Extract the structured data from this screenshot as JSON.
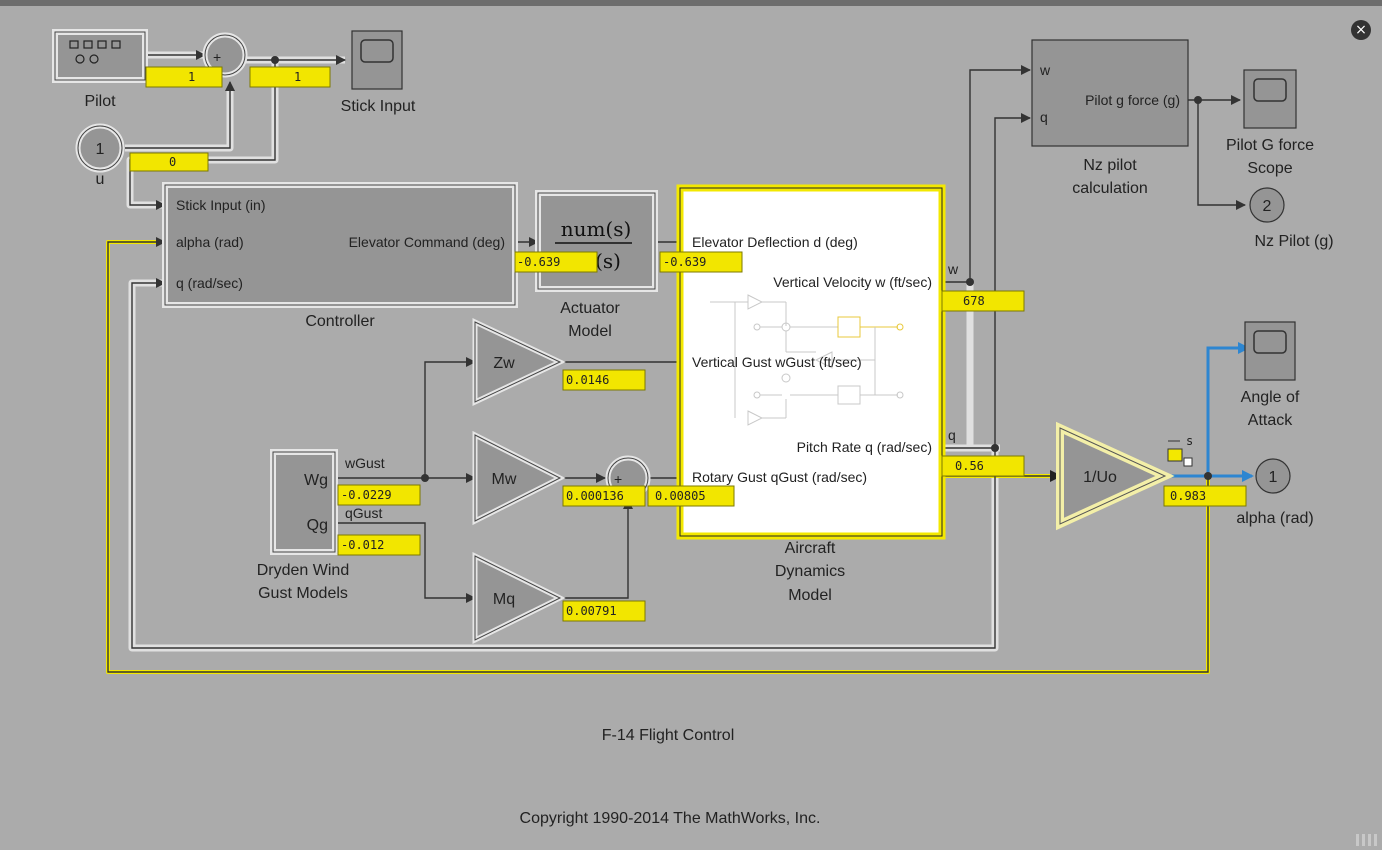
{
  "model": {
    "title": "F-14 Flight Control",
    "copyright": "Copyright 1990-2014 The MathWorks, Inc."
  },
  "blocks": {
    "pilot": "Pilot",
    "stick_input_scope": "Stick Input",
    "inport_u_number": "1",
    "inport_u_label": "u",
    "controller": {
      "name": "Controller",
      "ports": [
        "Stick Input (in)",
        "alpha (rad)",
        "q (rad/sec)"
      ],
      "output": "Elevator Command (deg)"
    },
    "actuator": {
      "num": "num(s)",
      "den": "(s)",
      "name_line1": "Actuator",
      "name_line2": "Model"
    },
    "aircraft": {
      "inputs": [
        "Elevator Deflection d (deg)",
        "Vertical Gust wGust (ft/sec)",
        "Rotary Gust qGust (rad/sec)"
      ],
      "outputs": [
        "Vertical Velocity w (ft/sec)",
        "Pitch Rate q (rad/sec)"
      ],
      "name_line1": "Aircraft",
      "name_line2": "Dynamics",
      "name_line3": "Model"
    },
    "nz_pilot": {
      "in_w": "w",
      "in_q": "q",
      "output": "Pilot g force (g)",
      "name_line1": "Nz pilot",
      "name_line2": "calculation"
    },
    "pilot_g_scope_line1": "Pilot G force",
    "pilot_g_scope_line2": "Scope",
    "outport_nz_number": "2",
    "outport_nz_label": "Nz Pilot (g)",
    "aoa_scope_line1": "Angle of",
    "aoa_scope_line2": "Attack",
    "gain_zw": "Zw",
    "gain_mw": "Mw",
    "gain_mq": "Mq",
    "gain_uo": "1/Uo",
    "dryden": {
      "out_wg": "Wg",
      "out_qg": "Qg",
      "name_line1": "Dryden Wind",
      "name_line2": "Gust Models"
    },
    "outport_alpha_number": "1",
    "outport_alpha_label": "alpha (rad)",
    "sum_sign": "+"
  },
  "signals": {
    "w": "w",
    "q": "q",
    "wgust": "wGust",
    "qgust": "qGust"
  },
  "value_labels": {
    "pilot_out": "1",
    "stick_sum_out": "1",
    "u_in": "0",
    "elevator_cmd": "-0.639",
    "actuator_out": "-0.639",
    "w_out": "678",
    "zw_out": "0.0146",
    "wg_out": "-0.0229",
    "qg_out": "-0.012",
    "mw_out": "0.000136",
    "sum_q_out": "0.00805",
    "mq_out": "0.00791",
    "q_out": "0.56",
    "alpha_out": "0.983"
  },
  "rate_transition_label": "s",
  "close_icon": "×",
  "colors": {
    "background": "#ababab",
    "block_fill": "#959595",
    "highlight_yellow": "#f3e800",
    "signal_blue": "#2d86d1",
    "value_box": "#f2e600"
  }
}
